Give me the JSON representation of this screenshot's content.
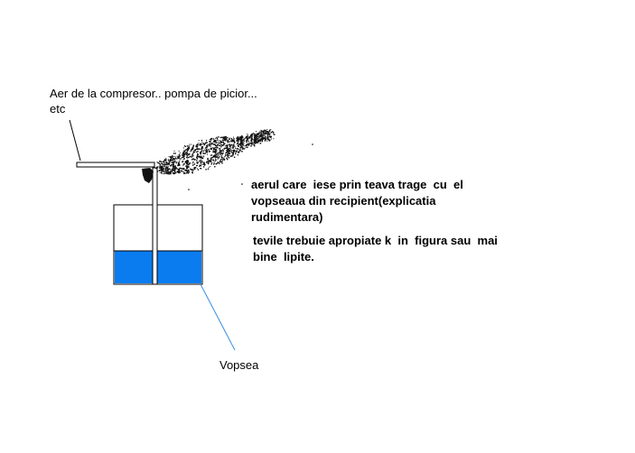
{
  "labels": {
    "air_source_line1": "Aer de la compresor.. pompa de picior...",
    "air_source_line2": "etc",
    "explanation_line1": "aerul care  iese prin teava trage  cu  el",
    "explanation_line2": "vopseaua din recipient(explicatia",
    "explanation_line3": "rudimentara)",
    "note_line1": "tevile trebuie apropiate k  in  figura sau  mai",
    "note_line2": "bine  lipite.",
    "paint": "Vopsea"
  },
  "colors": {
    "paint": "#0a7cf0",
    "outline": "#000000",
    "leader": "#3a8fe0",
    "spray": "#111111"
  }
}
